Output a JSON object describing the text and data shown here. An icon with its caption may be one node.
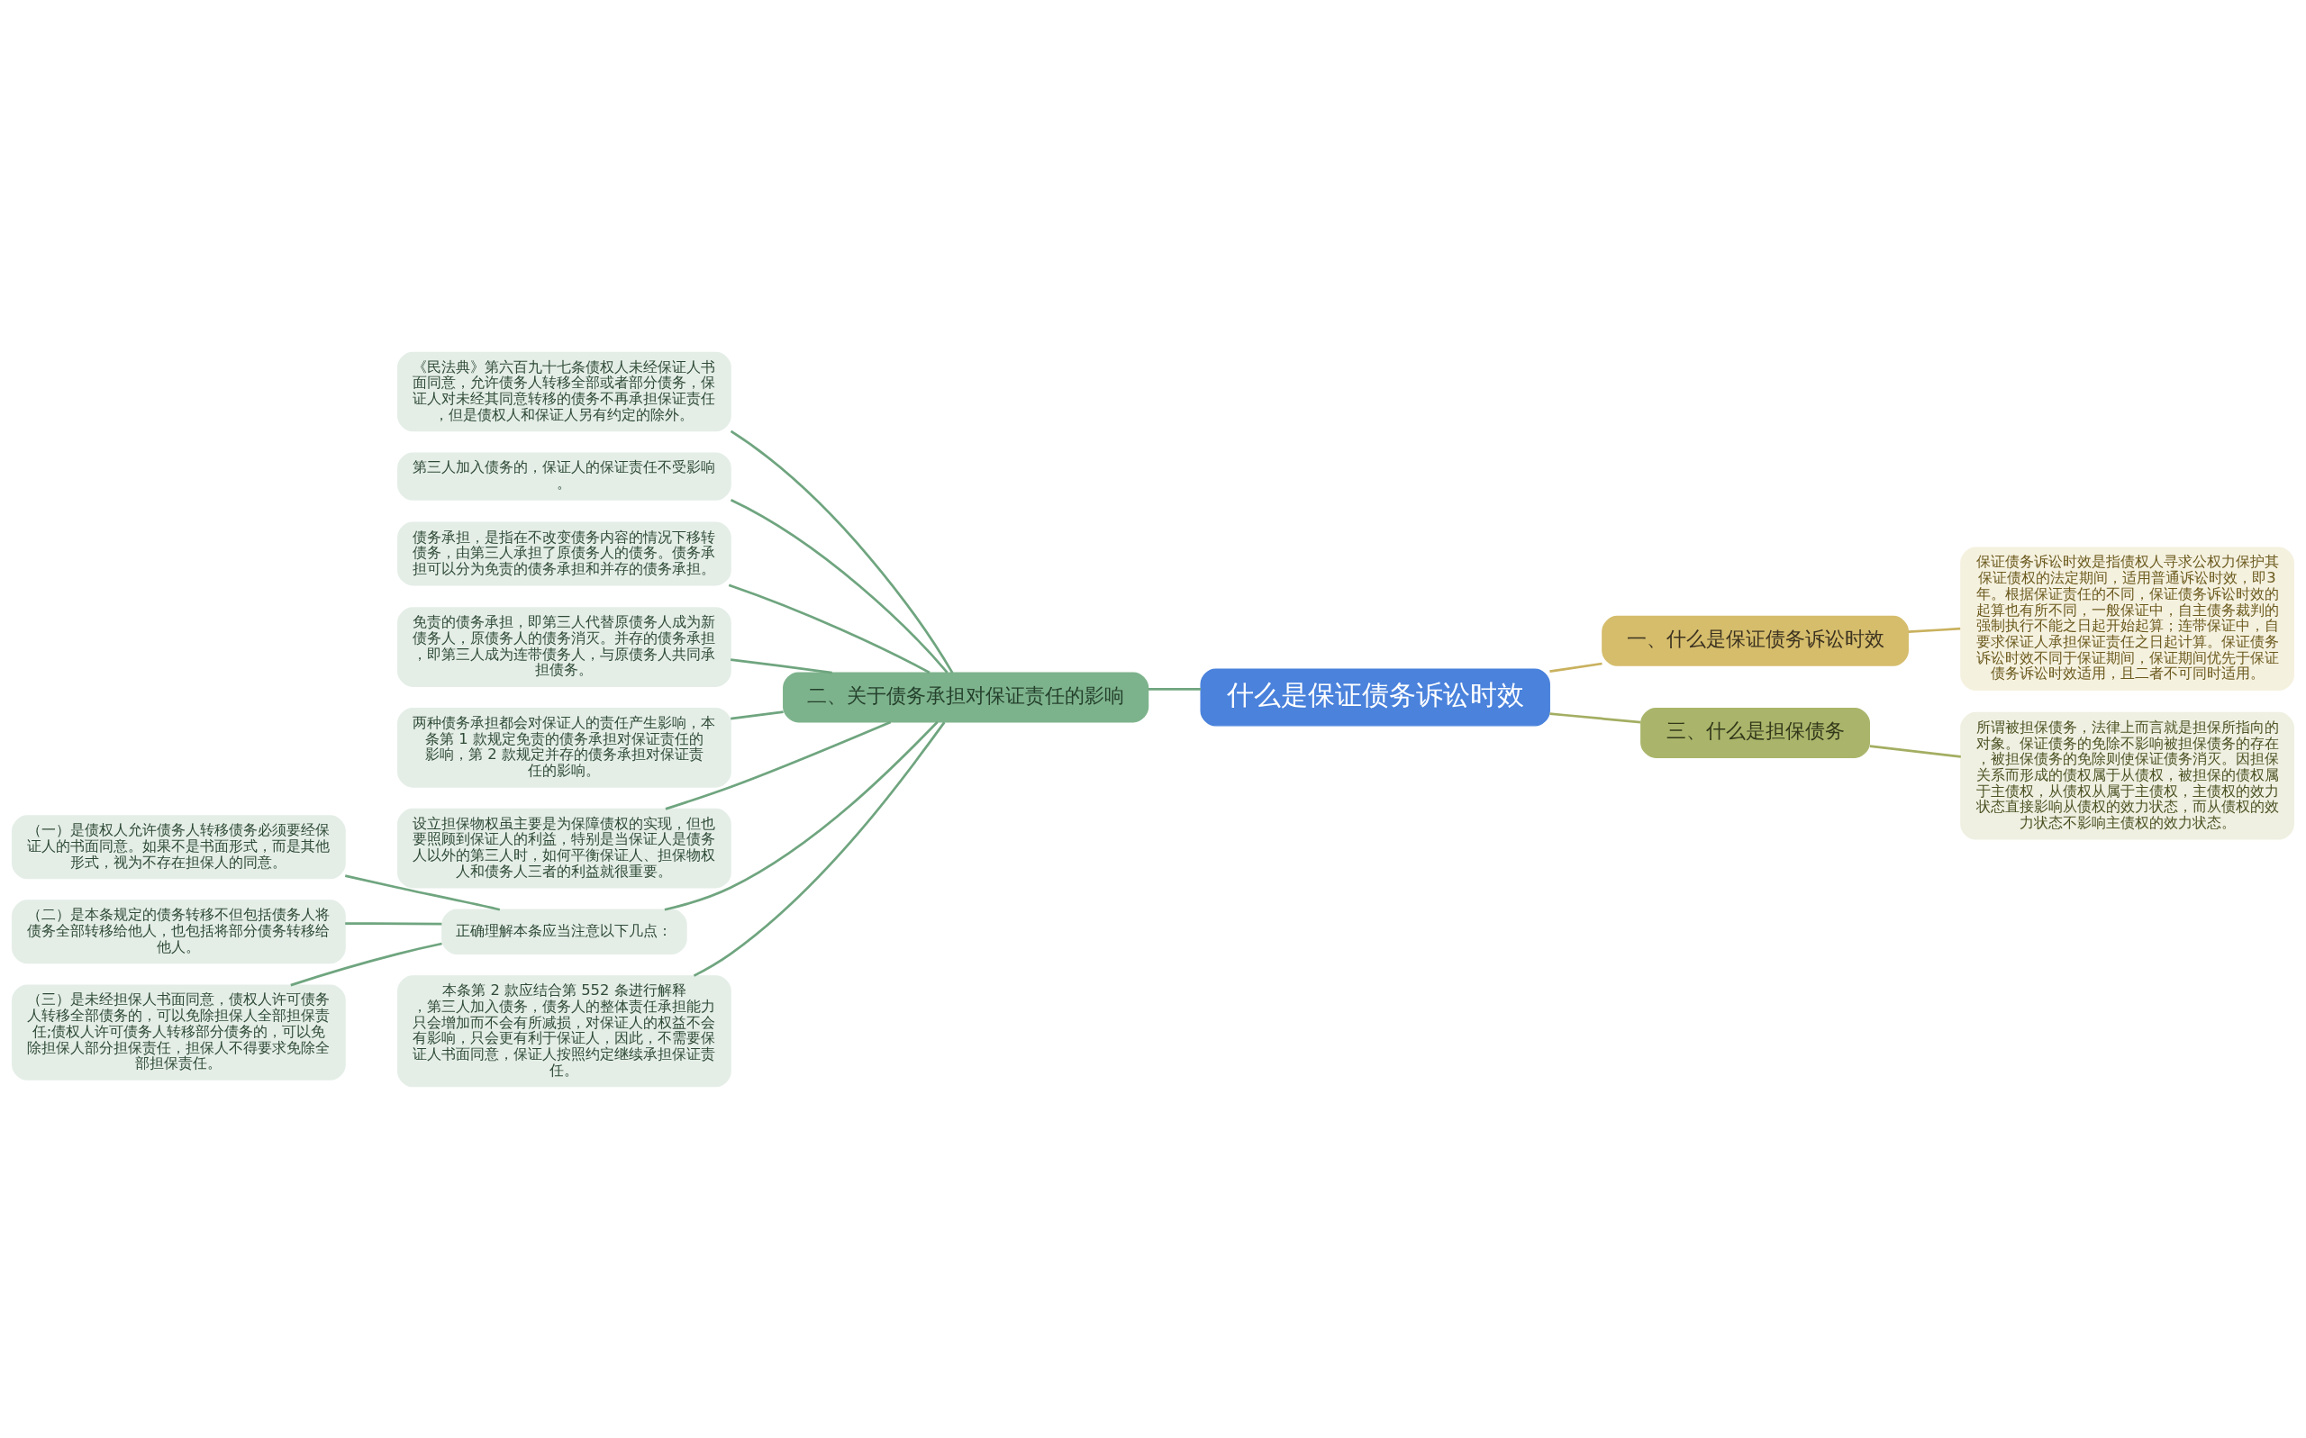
{
  "diagram": {
    "nodes": [
      {
        "text": [
          "什么是保证债务诉讼时效"
        ]
      },
      {
        "text": [
          "一、什么是保证债务诉讼时效"
        ]
      },
      {
        "text": [
          "保证债务诉讼时效是指债权人寻求公权力保护其保证债权的法定期间，适用普通诉讼时效，即3年。根据保证责任的不同，保证债务诉讼时效的起算也有所不同，一般保证中，自主债务裁判的强制执行不能之日起开始起算；连带保证中，自要求保证人承担保证责任之日起计算。保证债务诉讼时效不同于保证期间，保证期间优先于保证债务诉讼时效适用，且二者不可同时适用。"
        ]
      },
      {
        "text": [
          "三、什么是担保债务"
        ]
      },
      {
        "text": [
          "所谓被担保债务，法律上而言就是担保所指向的对象。保证债务的免除不影响被担保债务的存在，被担保债务的免除则使保证债务消灭。因担保关系而形成的债权属于从债权，被担保的债权属于主债权，从债权从属于主债权，主债权的效力状态直接影响从债权的效力状态，而从债权的效力状态不影响主债权的效力状态。"
        ]
      },
      {
        "text": [
          "二、关于债务承担对保证责任的影响"
        ]
      },
      {
        "text": [
          "《民法典》第六百九十七条债权人未经保证人书面同意，允许债务人转移全部或者部分债务，保证人对未经其同意转移的债务不再承担保证责任，但是债权人和保证人另有约定的除外。"
        ]
      },
      {
        "text": [
          "第三人加入债务的，保证人的保证责任不受影响。"
        ]
      },
      {
        "text": [
          "债务承担，是指在不改变债务内容的情况下移转债务，由第三人承担了原债务人的债务。债务承担可以分为免责的债务承担和并存的债务承担。"
        ]
      },
      {
        "text": [
          "免责的债务承担，即第三人代替原债务人成为新债务人，原债务人的债务消灭。并存的债务承担，即第三人成为连带债务人，与原债务人共同承担债务。"
        ]
      },
      {
        "text": [
          "两种债务承担都会对保证人的责任产生影响，本条第 1 款规定免责的债务承担对保证责任的影响，第 2 款规定并存的债务承担对保证责任的影响。"
        ]
      },
      {
        "text": [
          "设立担保物权虽主要是为保障债权的实现，但也要照顾到保证人的利益，特别是当保证人是债务人以外的第三人时，如何平衡保证人、担保物权人和债务人三者的利益就很重要。"
        ]
      },
      {
        "text": [
          "正确理解本条应当注意以下几点："
        ]
      },
      {
        "text": [
          "（一）是债权人允许债务人转移债务必须要经保证人的书面同意。如果不是书面形式，而是其他形式，视为不存在担保人的同意。"
        ]
      },
      {
        "text": [
          "（二）是本条规定的债务转移不但包括债务人将债务全部转移给他人，也包括将部分债务转移给他人。"
        ]
      },
      {
        "text": [
          "（三）是未经担保人书面同意，债权人许可债务人转移全部债务的，可以免除担保人全部担保责任;债权人许可债务人转移部分债务的，可以免除担保人部分担保责任，担保人不得要求免除全部担保责任。"
        ]
      },
      {
        "text": [
          "本条第 2 款应结合第 552 条进行解释，第三人加入债务，债务人的整体责任承担能力只会增加而不会有所减损，对保证人的权益不会有影响，只会更有利于保证人，因此，不需要保证人书面同意，保证人按照约定继续承担保证责任。"
        ]
      }
    ],
    "edges": [
      {
        "from": 0,
        "to": 1,
        "arrow": "none",
        "color": "#c9b15e"
      },
      {
        "from": 1,
        "to": 2,
        "arrow": "none",
        "color": "#c9b15e"
      },
      {
        "from": 0,
        "to": 3,
        "arrow": "none",
        "color": "#a4ae62"
      },
      {
        "from": 3,
        "to": 4,
        "arrow": "none",
        "color": "#a4ae62"
      },
      {
        "from": 0,
        "to": 5,
        "arrow": "none"
      },
      {
        "from": 5,
        "to": 6,
        "arrow": "none"
      },
      {
        "from": 5,
        "to": 7,
        "arrow": "none"
      },
      {
        "from": 5,
        "to": 8,
        "arrow": "none"
      },
      {
        "from": 5,
        "to": 9,
        "arrow": "none"
      },
      {
        "from": 5,
        "to": 10,
        "arrow": "none"
      },
      {
        "from": 5,
        "to": 11,
        "arrow": "none"
      },
      {
        "from": 5,
        "to": 12,
        "arrow": "none"
      },
      {
        "from": 12,
        "to": 13,
        "arrow": "none"
      },
      {
        "from": 12,
        "to": 14,
        "arrow": "none"
      },
      {
        "from": 12,
        "to": 15,
        "arrow": "none"
      },
      {
        "from": 5,
        "to": 16,
        "arrow": "none"
      }
    ]
  }
}
